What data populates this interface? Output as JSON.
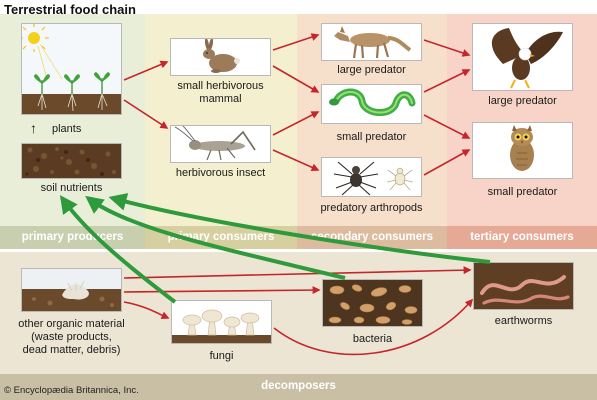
{
  "title": "Terrestrial food chain",
  "credit": "© Encyclopædia Britannica, Inc.",
  "bands": {
    "producers": "primary producers",
    "primary": "primary consumers",
    "secondary": "secondary consumers",
    "tertiary": "tertiary consumers",
    "decomposers": "decomposers"
  },
  "nodes": {
    "plants": "plants",
    "soil": "soil nutrients",
    "mammal_line1": "small herbivorous",
    "mammal_line2": "mammal",
    "insect": "herbivorous insect",
    "large_predator": "large predator",
    "small_predator": "small predator",
    "arthropods": "predatory arthropods",
    "tert_large": "large predator",
    "tert_small": "small predator",
    "organic_line1": "other organic material",
    "organic_line2": "(waste products,",
    "organic_line3": "dead matter, debris)",
    "fungi": "fungi",
    "bacteria": "bacteria",
    "earthworms": "earthworms"
  },
  "colors": {
    "producers_bg": "#e9eed8",
    "primary_bg": "#f3efcf",
    "secondary_bg": "#f6e0cc",
    "tertiary_bg": "#f8d3c7",
    "decomposers_bg": "#ece5d3",
    "band_strip": "#c8c0a8",
    "red_arrow": "#c4262c",
    "green_arrow": "#2f9a3c"
  }
}
